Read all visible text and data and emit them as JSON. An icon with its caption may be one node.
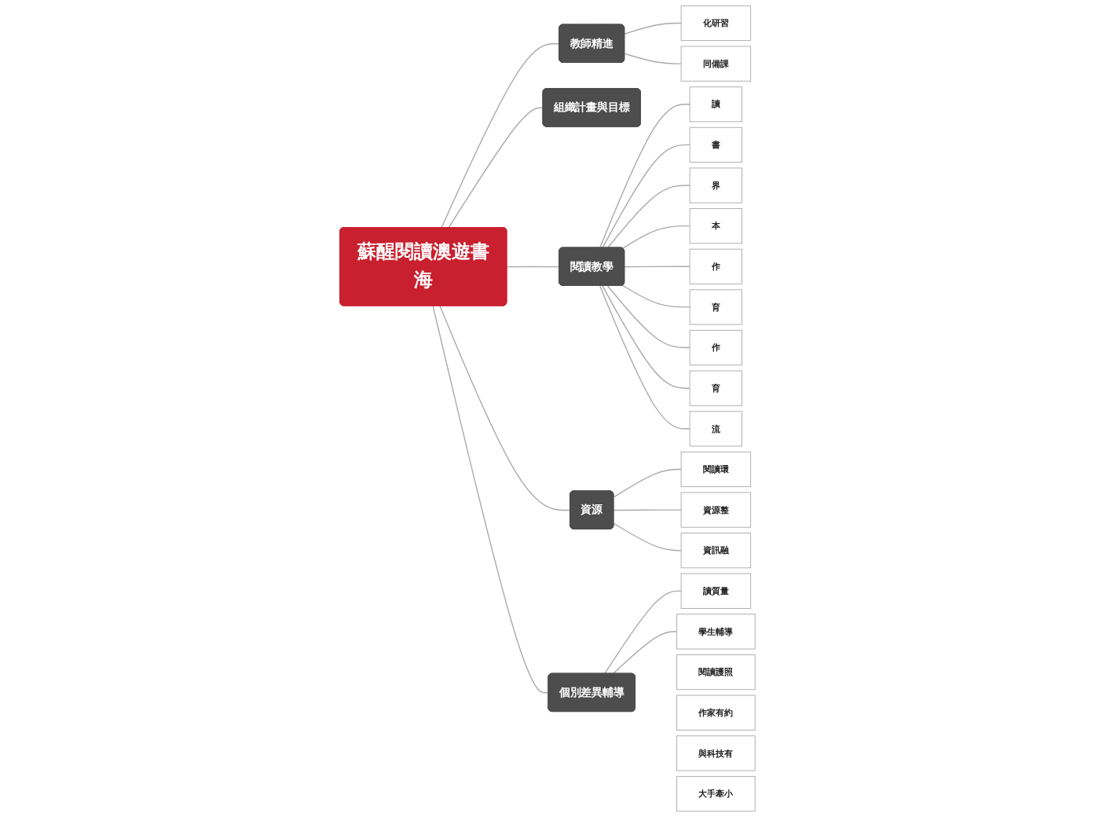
{
  "diagram": {
    "nodes": [
      {
        "text": [
          "蘇醒閱讀澳遊書海"
        ]
      },
      {
        "text": [
          "教師精進"
        ]
      },
      {
        "text": [
          "化研習"
        ]
      },
      {
        "text": [
          "同備課"
        ]
      },
      {
        "text": [
          "組織計畫與目標"
        ]
      },
      {
        "text": [
          "閱讀教學"
        ]
      },
      {
        "text": [
          "讀"
        ]
      },
      {
        "text": [
          "書"
        ]
      },
      {
        "text": [
          "界"
        ]
      },
      {
        "text": [
          "本"
        ]
      },
      {
        "text": [
          "作"
        ]
      },
      {
        "text": [
          "育"
        ]
      },
      {
        "text": [
          "作"
        ]
      },
      {
        "text": [
          "育"
        ]
      },
      {
        "text": [
          "流"
        ]
      },
      {
        "text": [
          "資源"
        ]
      },
      {
        "text": [
          "閱讀環"
        ]
      },
      {
        "text": [
          "資源整"
        ]
      },
      {
        "text": [
          "資訊融"
        ]
      },
      {
        "text": [
          "個別差異輔導"
        ]
      },
      {
        "text": [
          "讀質量"
        ]
      },
      {
        "text": [
          "學生輔導"
        ]
      },
      {
        "text": [
          "閱讀護照"
        ]
      },
      {
        "text": [
          "作家有約"
        ]
      },
      {
        "text": [
          "與科技有"
        ]
      },
      {
        "text": [
          "大手牽小"
        ]
      }
    ],
    "edges": [
      {
        "from": 0,
        "to": 1,
        "arrow": "none"
      },
      {
        "from": 1,
        "to": 2,
        "arrow": "none"
      },
      {
        "from": 1,
        "to": 3,
        "arrow": "none"
      },
      {
        "from": 0,
        "to": 4,
        "arrow": "none"
      },
      {
        "from": 0,
        "to": 5,
        "arrow": "none"
      },
      {
        "from": 5,
        "to": 6,
        "arrow": "none"
      },
      {
        "from": 5,
        "to": 7,
        "arrow": "none"
      },
      {
        "from": 5,
        "to": 8,
        "arrow": "none"
      },
      {
        "from": 5,
        "to": 9,
        "arrow": "none"
      },
      {
        "from": 5,
        "to": 10,
        "arrow": "none"
      },
      {
        "from": 5,
        "to": 11,
        "arrow": "none"
      },
      {
        "from": 5,
        "to": 12,
        "arrow": "none"
      },
      {
        "from": 5,
        "to": 13,
        "arrow": "none"
      },
      {
        "from": 5,
        "to": 14,
        "arrow": "none"
      },
      {
        "from": 0,
        "to": 15,
        "arrow": "none"
      },
      {
        "from": 15,
        "to": 16,
        "arrow": "none"
      },
      {
        "from": 15,
        "to": 17,
        "arrow": "none"
      },
      {
        "from": 15,
        "to": 18,
        "arrow": "none"
      },
      {
        "from": 0,
        "to": 19,
        "arrow": "none"
      },
      {
        "from": 19,
        "to": 20,
        "arrow": "none"
      },
      {
        "from": 19,
        "to": 21,
        "arrow": "none"
      }
    ]
  }
}
